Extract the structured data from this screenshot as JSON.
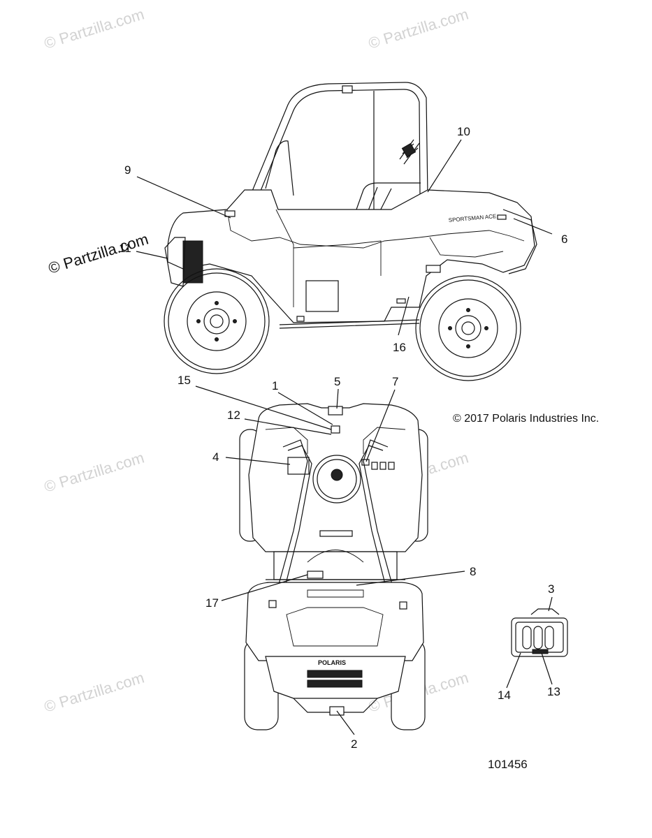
{
  "watermarks": {
    "light": "© Partzilla.com",
    "dark": "© Partzilla.com"
  },
  "copyright": "© 2017 Polaris Industries Inc.",
  "part_number": "101456",
  "decal_text": {
    "side_brand": "SPORTSMAN ACE",
    "front_brand": "POLARIS"
  },
  "callouts": [
    "1",
    "2",
    "3",
    "4",
    "5",
    "6",
    "7",
    "8",
    "9",
    "10",
    "11",
    "12",
    "13",
    "14",
    "15",
    "16",
    "17"
  ]
}
